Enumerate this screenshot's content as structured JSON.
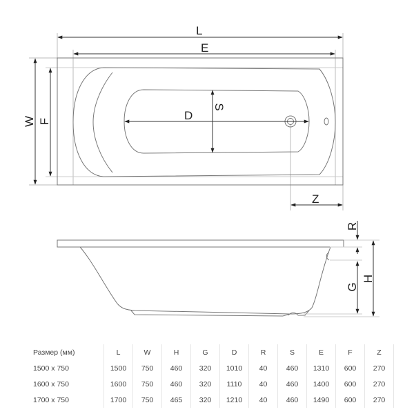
{
  "diagram": {
    "top_view": {
      "labels": {
        "L": "L",
        "E": "E",
        "W": "W",
        "F": "F",
        "D": "D",
        "S": "S",
        "Z": "Z"
      }
    },
    "side_view": {
      "labels": {
        "R": "R",
        "G": "G",
        "H": "H"
      }
    }
  },
  "table": {
    "header_size": "Размер (мм)",
    "columns": [
      "L",
      "W",
      "H",
      "G",
      "D",
      "R",
      "S",
      "E",
      "F",
      "Z"
    ],
    "rows": [
      {
        "size": "1500 x 750",
        "values": [
          "1500",
          "750",
          "460",
          "320",
          "1010",
          "40",
          "460",
          "1310",
          "600",
          "270"
        ]
      },
      {
        "size": "1600 x 750",
        "values": [
          "1600",
          "750",
          "460",
          "320",
          "1110",
          "40",
          "460",
          "1400",
          "600",
          "270"
        ]
      },
      {
        "size": "1700 x 750",
        "values": [
          "1700",
          "750",
          "465",
          "320",
          "1210",
          "40",
          "460",
          "1490",
          "600",
          "270"
        ]
      }
    ]
  },
  "colors": {
    "line": "#555555",
    "text": "#222222",
    "table_text": "#444444",
    "separator": "#e6e6e6"
  }
}
